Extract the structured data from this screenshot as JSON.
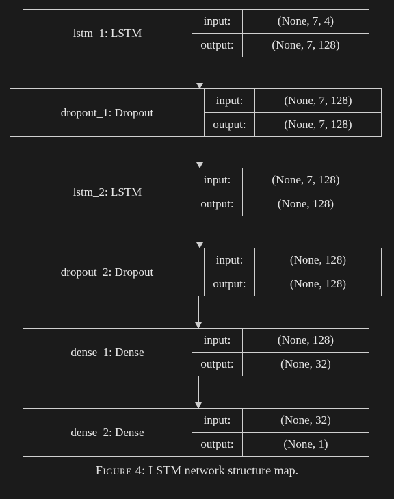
{
  "layers": [
    {
      "name": "lstm_1: LSTM",
      "input_label": "input:",
      "input": "(None, 7, 4)",
      "output_label": "output:",
      "output": "(None, 7, 128)"
    },
    {
      "name": "dropout_1: Dropout",
      "input_label": "input:",
      "input": "(None, 7, 128)",
      "output_label": "output:",
      "output": "(None, 7, 128)"
    },
    {
      "name": "lstm_2: LSTM",
      "input_label": "input:",
      "input": "(None, 7, 128)",
      "output_label": "output:",
      "output": "(None, 128)"
    },
    {
      "name": "dropout_2: Dropout",
      "input_label": "input:",
      "input": "(None, 128)",
      "output_label": "output:",
      "output": "(None, 128)"
    },
    {
      "name": "dense_1: Dense",
      "input_label": "input:",
      "input": "(None, 128)",
      "output_label": "output:",
      "output": "(None, 32)"
    },
    {
      "name": "dense_2: Dense",
      "input_label": "input:",
      "input": "(None, 32)",
      "output_label": "output:",
      "output": "(None, 1)"
    }
  ],
  "caption": {
    "label": "Figure 4:",
    "text": " LSTM network structure map."
  }
}
